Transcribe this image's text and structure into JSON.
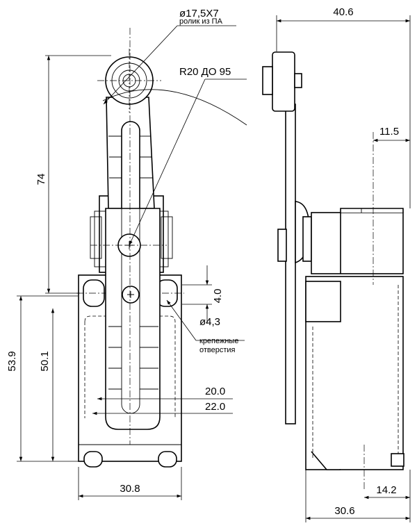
{
  "dimensions": {
    "roller_diameter": "ø17,5X7",
    "roller_material": "ролик из ПА",
    "radius_range": "R20 ДО 95",
    "total_height": "74",
    "overall_height": "53.9",
    "body_height": "50.1",
    "hole_offset": "4.0",
    "hole_diameter": "ø4,3",
    "hole_note_line1": "крепежные",
    "hole_note_line2": "отверстия",
    "slot_width_inner": "20.0",
    "slot_width_outer": "22.0",
    "base_width": "30.8",
    "side_total_width": "40.6",
    "side_offset": "11.5",
    "side_bottom_offset": "14.2",
    "side_body_width": "30.6"
  }
}
